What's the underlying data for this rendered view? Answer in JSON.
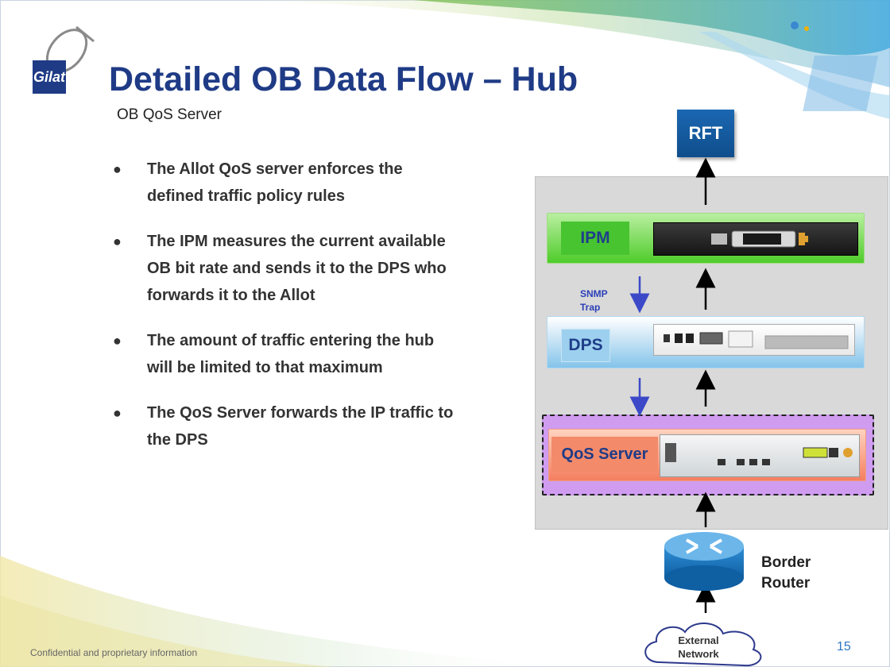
{
  "header": {
    "logo_text": "Gilat",
    "title": "Detailed OB Data Flow – Hub",
    "subtitle": "OB QoS Server"
  },
  "bullets": [
    {
      "line1": "The Allot QoS server enforces the",
      "line2": "defined traffic policy rules"
    },
    {
      "line1": "The IPM measures the current available",
      "line2": "OB bit rate and sends it to the DPS who",
      "line3": "forwards it to the Allot"
    },
    {
      "line1": "The amount of traffic entering the hub",
      "line2": "will be limited to that maximum"
    },
    {
      "line1": "The QoS Server forwards the IP traffic to",
      "line2": "the DPS"
    }
  ],
  "bullet_marker": "●",
  "diagram": {
    "rft": "RFT",
    "ipm": "IPM",
    "dps": "DPS",
    "qos_server": "QoS Server",
    "snmp_line1": "SNMP",
    "snmp_line2": "Trap",
    "router_line1": "Border",
    "router_line2": "Router",
    "network_line1": "External",
    "network_line2": "Network"
  },
  "colors": {
    "title": "#1f3b86",
    "ipm_band": "#4fcc2b",
    "dps_band": "#84c4ea",
    "qos_band": "#f47f5f",
    "qos_outline": "#cf9cf0",
    "snmp_arrow": "#3b49c9"
  },
  "footer": {
    "confidential": "Confidential and proprietary information",
    "page_number": "15"
  }
}
